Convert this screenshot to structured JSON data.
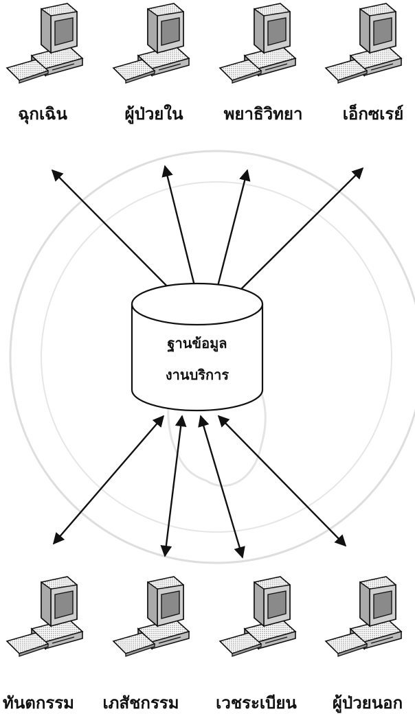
{
  "database": {
    "line1": "ฐานข้อมูล",
    "line2": "งานบริการ"
  },
  "top_nodes": [
    {
      "label": "ฉุกเฉิน",
      "icon": "computer-icon"
    },
    {
      "label": "ผู้ป่วยใน",
      "icon": "computer-icon"
    },
    {
      "label": "พยาธิวิทยา",
      "icon": "computer-icon"
    },
    {
      "label": "เอ็กซเรย์",
      "icon": "computer-icon"
    }
  ],
  "bottom_nodes": [
    {
      "label": "ทันตกรรม",
      "icon": "computer-icon"
    },
    {
      "label": "เภสัชกรรม",
      "icon": "computer-icon"
    },
    {
      "label": "เวชระเบียน",
      "icon": "computer-icon"
    },
    {
      "label": "ผู้ป่วยนอก",
      "icon": "computer-icon"
    }
  ],
  "colors": {
    "line": "#111111",
    "watermark": "#dcdcdc"
  }
}
